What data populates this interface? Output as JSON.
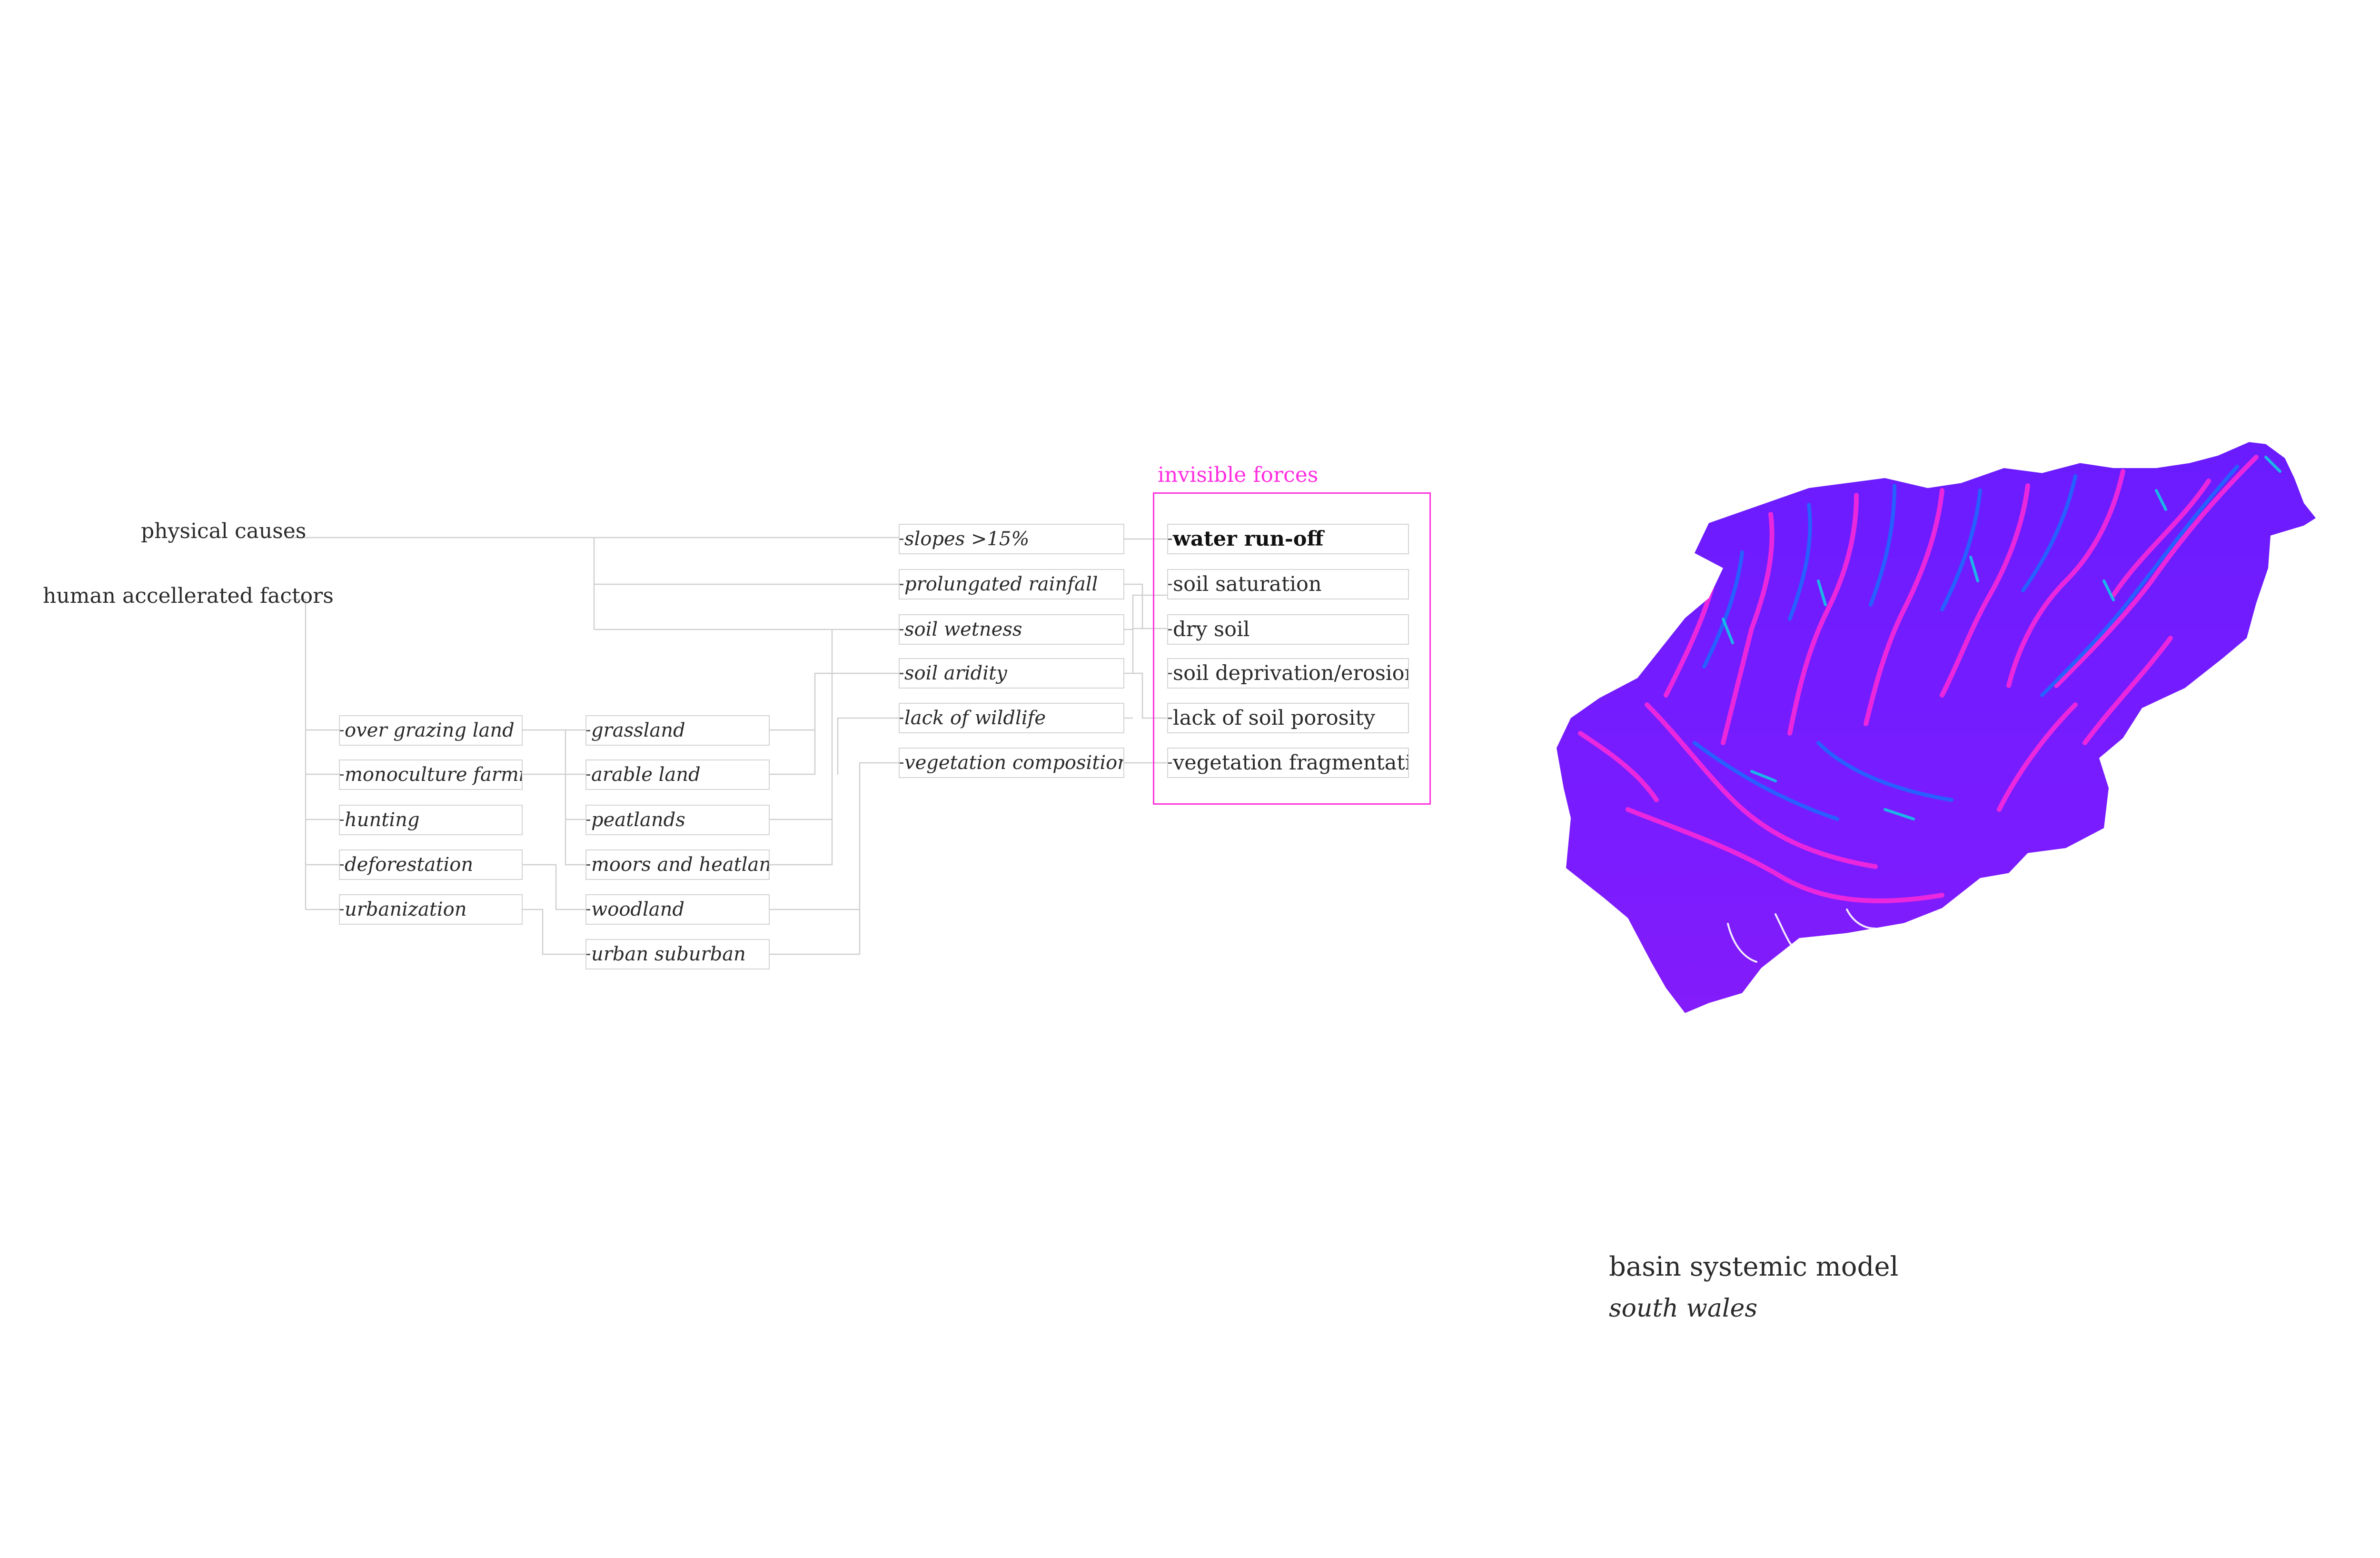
{
  "groups": {
    "physical_causes": "physical causes",
    "human_factors": "human accellerated factors"
  },
  "human_factors": {
    "over_grazing_land": "over grazing land",
    "monoculture_farming": "monoculture farming",
    "hunting": "hunting",
    "deforestation": "deforestation",
    "urbanization": "urbanization"
  },
  "land_types": {
    "grassland": "grassland",
    "arable_land": "arable land",
    "peatlands": "peatlands",
    "moors_and_heatland": "moors and heatland",
    "woodland": "woodland",
    "urban_suburban": "urban suburban"
  },
  "conditions": {
    "slopes": "slopes >15%",
    "prolungated_rainfall": "prolungated rainfall",
    "soil_wetness": "soil wetness",
    "soil_aridity": "soil aridity",
    "lack_of_wildlife": "lack of wildlife",
    "vegetation_composition": "vegetation composition"
  },
  "invisible_forces": {
    "label": "invisible forces",
    "color": "#ff2ee0",
    "water_run_off": "water run-off",
    "soil_saturation": "soil saturation",
    "dry_soil": "dry soil",
    "soil_deprivation_erosion": "soil deprivation/erosion",
    "lack_of_soil_porosity": "lack of soil porosity",
    "vegetation_fragmentation": "vegetation fragmentation"
  },
  "map": {
    "colors": {
      "base": "#7a1cff",
      "ridge": "#ff2ad8",
      "valley": "#1a6cff",
      "water": "#13c8e6"
    }
  },
  "caption": {
    "title": "basin systemic model",
    "subtitle": "south wales"
  }
}
